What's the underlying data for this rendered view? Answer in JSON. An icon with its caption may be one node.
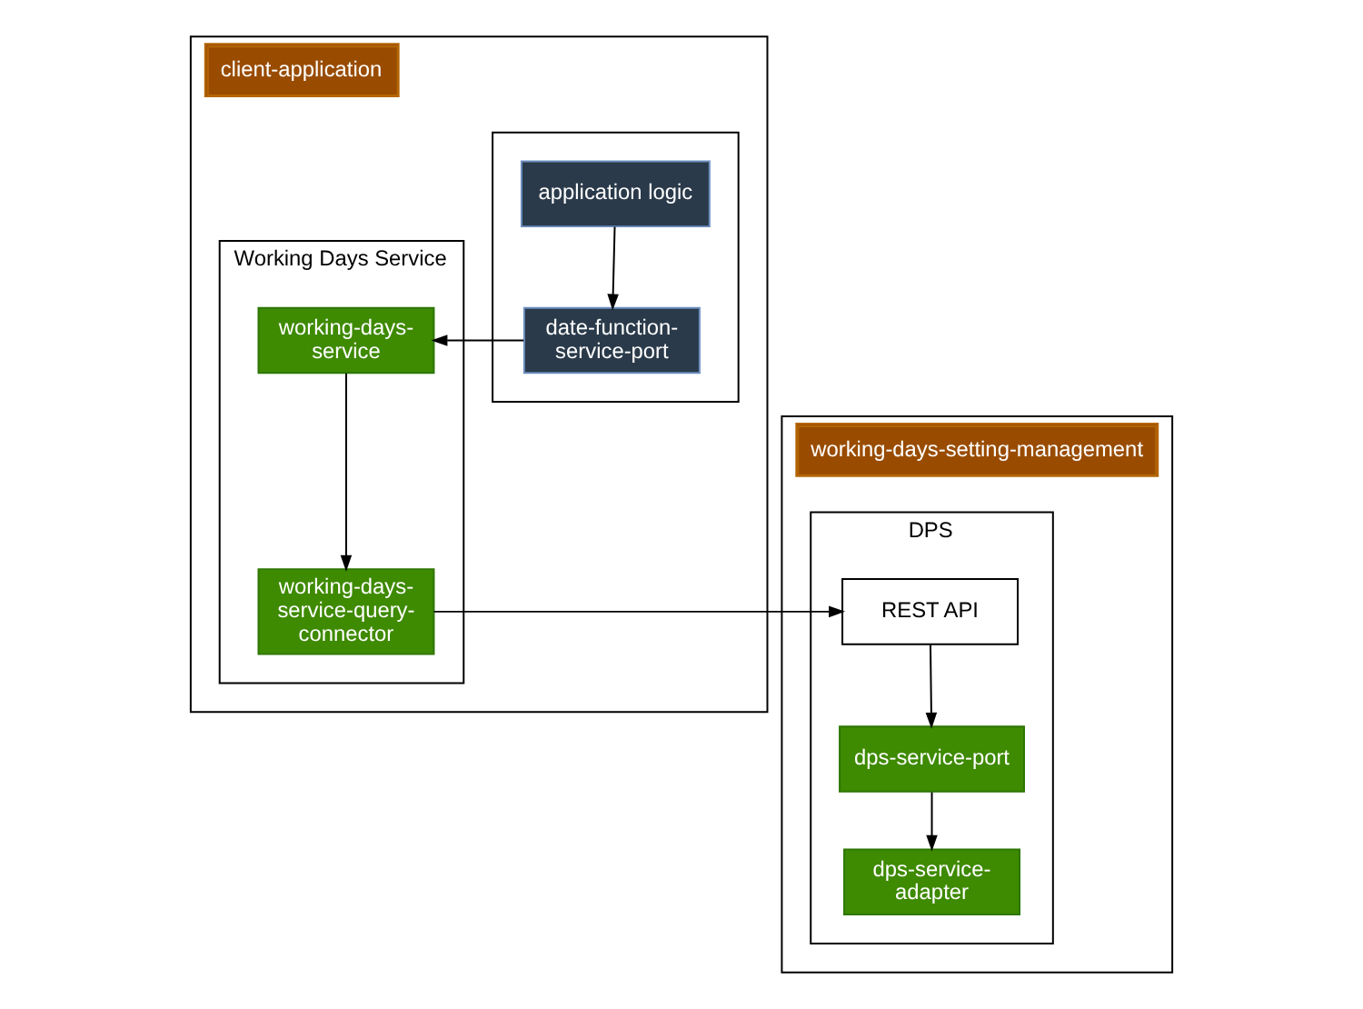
{
  "diagram": {
    "nodes": [
      {
        "text": [
          "client-application"
        ]
      },
      {
        "text": [],
        "shape": "box",
        "in": 0
      },
      {
        "text": [
          "application logic"
        ],
        "in": 1
      },
      {
        "text": [
          "date-function-service-port"
        ],
        "in": 1
      },
      {
        "text": [
          "Working Days Service"
        ],
        "in": 0
      },
      {
        "text": [
          "working-days-service"
        ],
        "in": 4
      },
      {
        "text": [
          "working-days-service-query-connector"
        ],
        "in": 4
      },
      {
        "text": [
          "working-days-setting-management"
        ]
      },
      {
        "text": [
          "DPS"
        ],
        "in": 7
      },
      {
        "text": [
          "REST API"
        ],
        "in": 8
      },
      {
        "text": [
          "dps-service-port"
        ],
        "in": 8
      },
      {
        "text": [
          "dps-service-adapter"
        ],
        "in": 8
      }
    ],
    "edges": [
      {
        "from": 2,
        "to": 3,
        "arrow": "to"
      },
      {
        "from": 3,
        "to": 5,
        "arrow": "to"
      },
      {
        "from": 5,
        "to": 6,
        "arrow": "to"
      },
      {
        "from": 6,
        "to": 9,
        "arrow": "to"
      },
      {
        "from": 9,
        "to": 10,
        "arrow": "to"
      },
      {
        "from": 10,
        "to": 11,
        "arrow": "to"
      }
    ]
  }
}
